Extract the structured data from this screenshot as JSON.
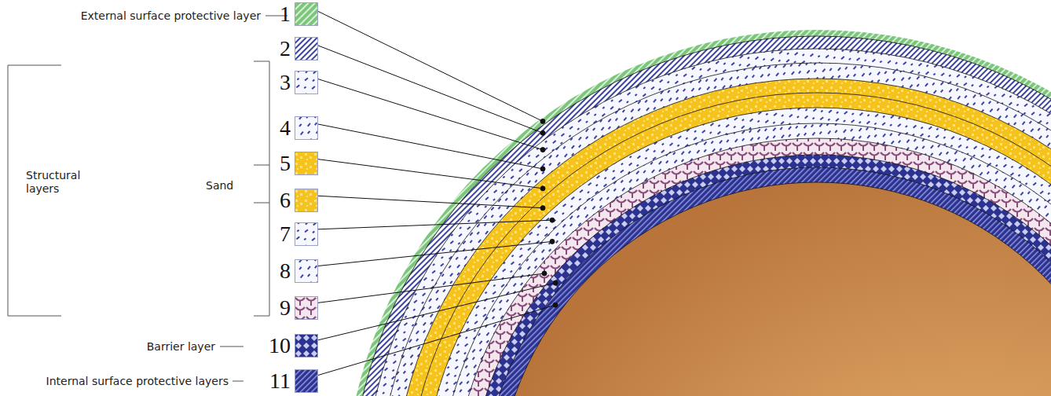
{
  "diagram": {
    "labels": [
      "External surface protective layer",
      "Structural layers",
      "Sand",
      "Barrier layer",
      "Internal surface protective layers"
    ],
    "legend": [
      {
        "text": "1"
      },
      {
        "text": "2"
      },
      {
        "text": "3"
      },
      {
        "text": "4"
      },
      {
        "text": "5"
      },
      {
        "text": "6"
      },
      {
        "text": "7"
      },
      {
        "text": "8"
      },
      {
        "text": "9"
      },
      {
        "text": "10"
      },
      {
        "text": "11"
      }
    ]
  }
}
